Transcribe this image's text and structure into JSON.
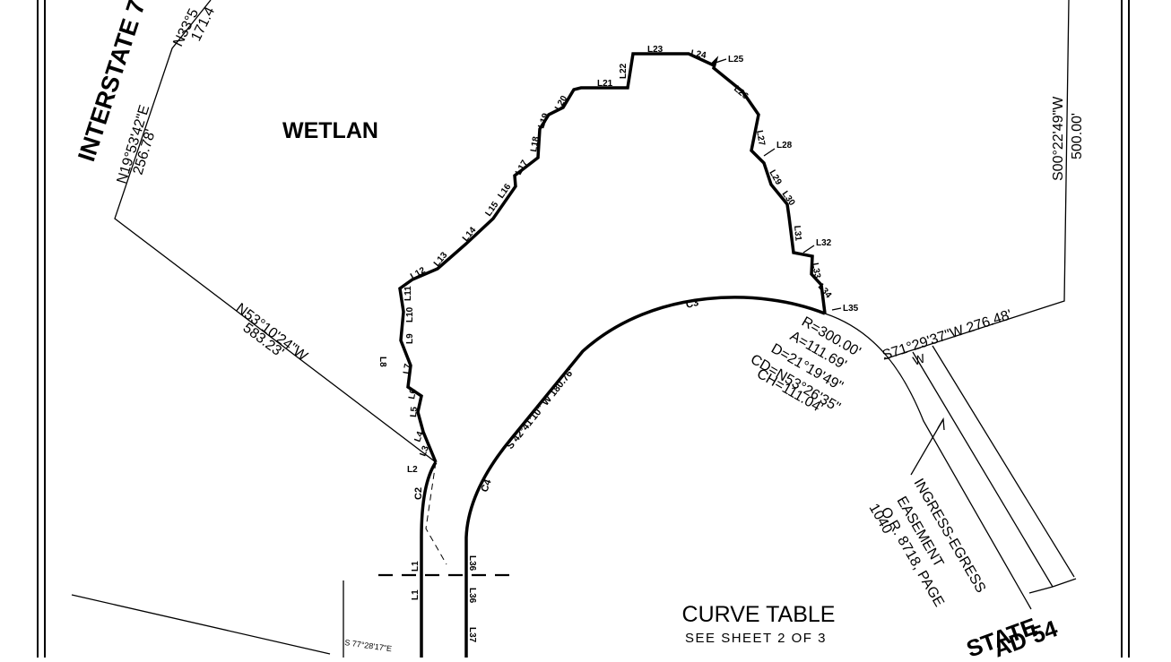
{
  "labels": {
    "interstate": "INTERSTATE 7",
    "wetland": "WETLAN",
    "state_road": "STATE",
    "state_road_2": "AD 54",
    "curve_table_title": "CURVE TABLE",
    "curve_table_sub": "SEE SHEET 2 OF 3"
  },
  "bearings": {
    "top_n33_bearing": "N33°5",
    "top_n33_dist": "171.4",
    "n19_bearing": "N19°53'42\"E",
    "n19_dist": "256.78'",
    "n53_bearing": "N53°10'24\"W",
    "n53_dist": "583.23'",
    "s00_bearing": "S00°22'49\"W",
    "s00_dist": "500.00'",
    "s71_bearing": "S71°29'37\"W  276.48'",
    "s71_w": "W",
    "s42_call": "S 42°41'10\" W  180.76'",
    "s77_call": "S 77°28'17\"E"
  },
  "curve_c3": {
    "r": "R=300.00'",
    "a": "A=111.69'",
    "d": "D=21°19'49\"",
    "cd": "CD=N53°26'35\"",
    "ch": "CH=111.04'"
  },
  "easement": [
    "INGRESS-EGRESS",
    "EASEMENT",
    "O.R. 8718, PAGE",
    "1040"
  ],
  "curve_labels": [
    "C2",
    "C3",
    "C4"
  ],
  "segment_labels": [
    "L1",
    "L1",
    "L2",
    "L3",
    "L4",
    "L5",
    "L6",
    "L7",
    "L8",
    "L9",
    "L10",
    "L11",
    "L12",
    "L13",
    "L14",
    "L15",
    "L16",
    "L17",
    "L18",
    "L19",
    "L20",
    "L21",
    "L22",
    "L23",
    "L24",
    "L25",
    "L26",
    "L27",
    "L28",
    "L29",
    "L30",
    "L31",
    "L32",
    "L33",
    "L34",
    "L35",
    "L36",
    "L36",
    "L37"
  ]
}
